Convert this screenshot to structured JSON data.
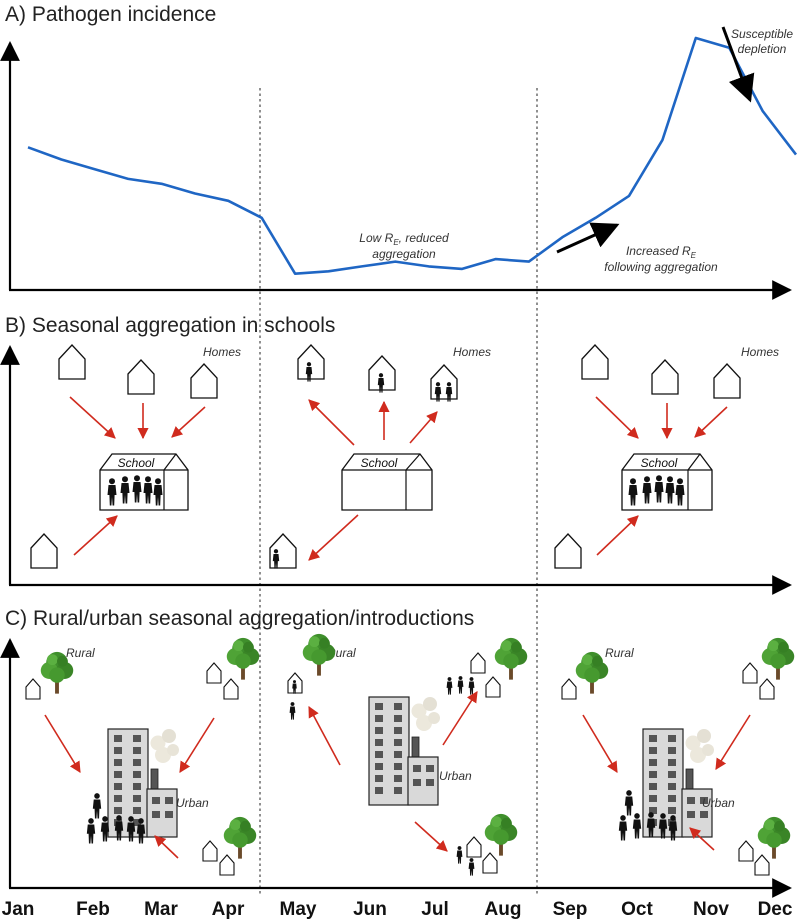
{
  "panels": {
    "a": {
      "title": "A) Pathogen incidence",
      "low_re_line1_prefix": "Low R",
      "low_re_sub": "E",
      "low_re_line1_suffix": ", reduced",
      "low_re_line2": "aggregation",
      "increased_prefix": "Increased R",
      "increased_sub": "E",
      "increased_line2": "following aggregation",
      "depletion_line1": "Susceptible",
      "depletion_line2": "depletion"
    },
    "b": {
      "title": "B) Seasonal aggregation in schools",
      "homes_label": "Homes",
      "school_label": "School"
    },
    "c": {
      "title": "C) Rural/urban seasonal aggregation/introductions",
      "rural_label": "Rural",
      "urban_label": "Urban"
    }
  },
  "months": [
    "Jan",
    "Feb",
    "Mar",
    "Apr",
    "May",
    "Jun",
    "Jul",
    "Aug",
    "Sep",
    "Oct",
    "Nov",
    "Dec"
  ],
  "colors": {
    "curve": "#1f66c4",
    "arrow_red": "#d02b1e",
    "axis": "#000000",
    "tree": "#3f8f2c"
  },
  "chart_data": {
    "type": "line",
    "title": "A) Pathogen incidence",
    "x": [
      "Jan",
      "Jan",
      "Feb",
      "Feb",
      "Mar",
      "Mar",
      "Apr",
      "Apr",
      "May",
      "May",
      "Jun",
      "Jun",
      "Jul",
      "Jul",
      "Aug",
      "Aug",
      "Sep",
      "Sep",
      "Oct",
      "Oct",
      "Nov",
      "Nov",
      "Dec",
      "Dec"
    ],
    "series": [
      {
        "values": [
          55,
          50,
          46,
          42,
          40,
          36,
          33,
          26,
          3,
          4,
          6,
          8,
          6,
          5,
          9,
          8,
          18,
          26,
          35,
          58,
          100,
          96,
          70,
          52
        ]
      }
    ],
    "xlabel": "",
    "ylabel": "",
    "grid": false
  }
}
